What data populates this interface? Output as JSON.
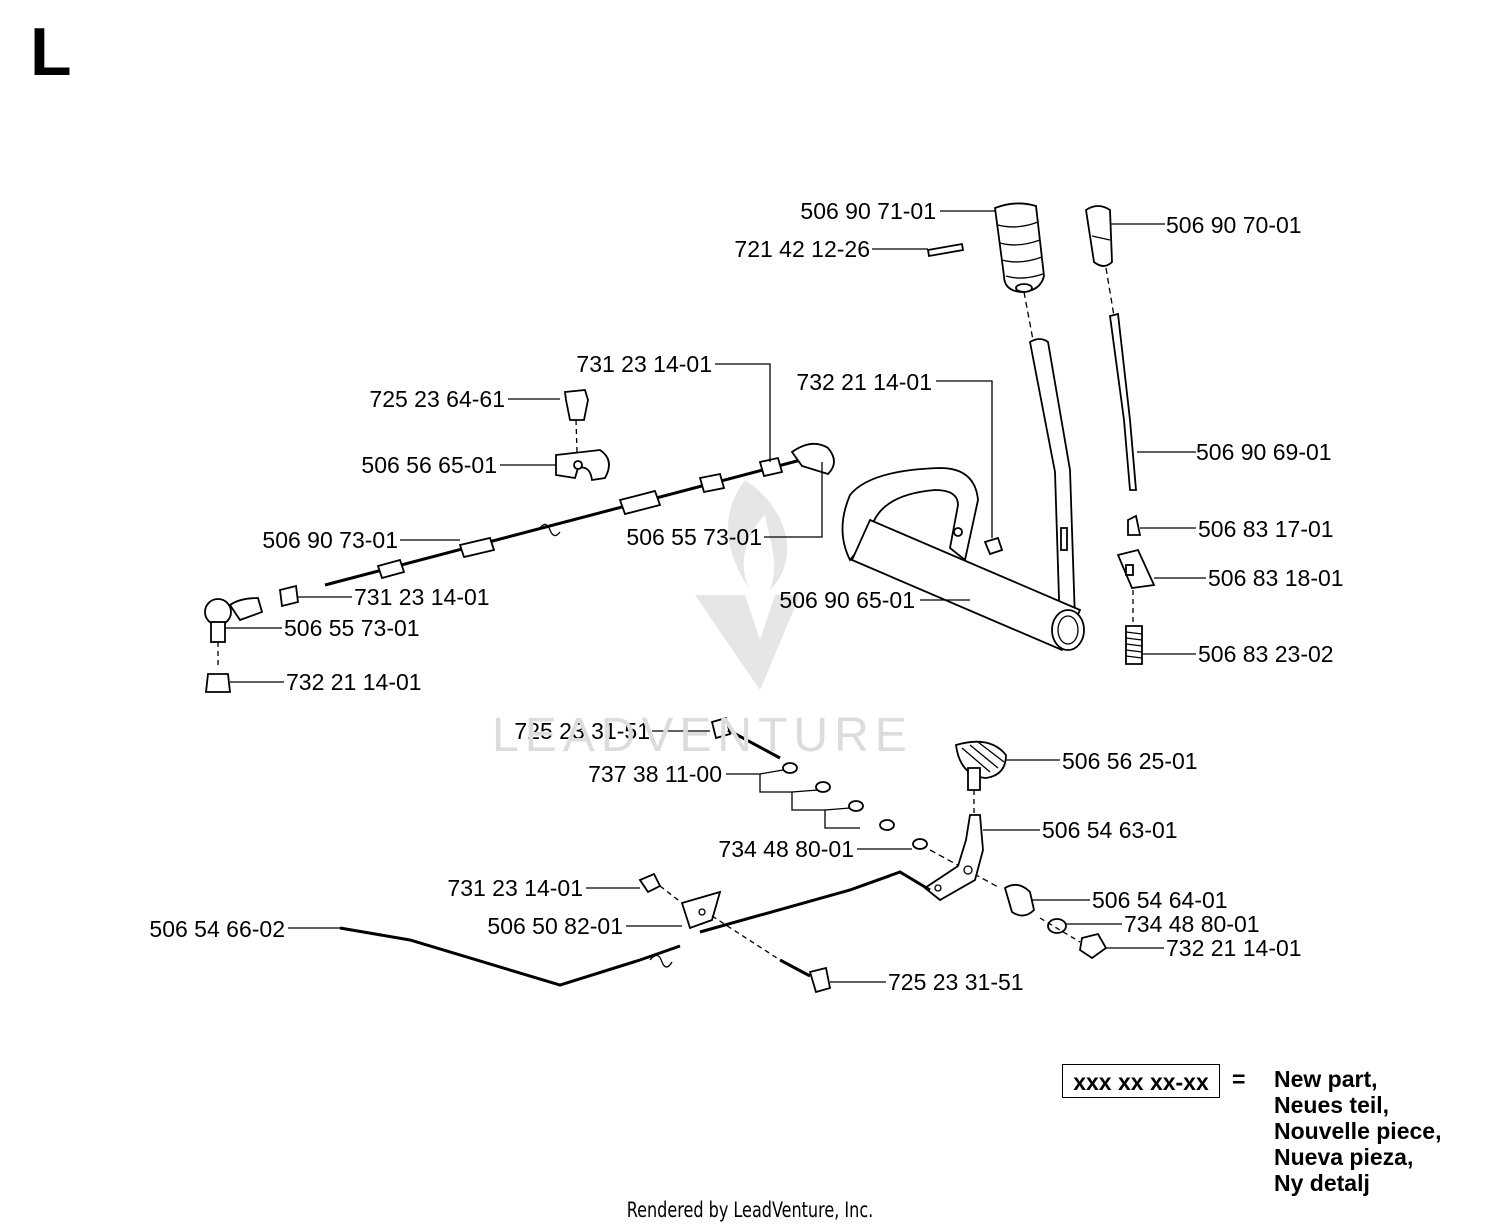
{
  "page_letter": "L",
  "watermark": "LEADVENTURE",
  "part_labels": [
    {
      "id": "lbl-1",
      "text": "506 90 71-01"
    },
    {
      "id": "lbl-2",
      "text": "721 42 12-26"
    },
    {
      "id": "lbl-3",
      "text": "506 90 70-01"
    },
    {
      "id": "lbl-4",
      "text": "731 23 14-01"
    },
    {
      "id": "lbl-5",
      "text": "725 23 64-61"
    },
    {
      "id": "lbl-6",
      "text": "732 21 14-01"
    },
    {
      "id": "lbl-7",
      "text": "506 56 65-01"
    },
    {
      "id": "lbl-8",
      "text": "506 90 69-01"
    },
    {
      "id": "lbl-9",
      "text": "506 90 73-01"
    },
    {
      "id": "lbl-10",
      "text": "506 55 73-01"
    },
    {
      "id": "lbl-11",
      "text": "506 83 17-01"
    },
    {
      "id": "lbl-12",
      "text": "506 83 18-01"
    },
    {
      "id": "lbl-13",
      "text": "731 23 14-01"
    },
    {
      "id": "lbl-14",
      "text": "506 90 65-01"
    },
    {
      "id": "lbl-15",
      "text": "506 55 73-01"
    },
    {
      "id": "lbl-16",
      "text": "506 83 23-02"
    },
    {
      "id": "lbl-17",
      "text": "732 21 14-01"
    },
    {
      "id": "lbl-18",
      "text": "725 23 31-51"
    },
    {
      "id": "lbl-19",
      "text": "506 56 25-01"
    },
    {
      "id": "lbl-20",
      "text": "737 38 11-00"
    },
    {
      "id": "lbl-21",
      "text": "506 54 63-01"
    },
    {
      "id": "lbl-22",
      "text": "734 48 80-01"
    },
    {
      "id": "lbl-23",
      "text": "731 23 14-01"
    },
    {
      "id": "lbl-24",
      "text": "506 54 64-01"
    },
    {
      "id": "lbl-25",
      "text": "734 48 80-01"
    },
    {
      "id": "lbl-26",
      "text": "506 50 82-01"
    },
    {
      "id": "lbl-27",
      "text": "732 21 14-01"
    },
    {
      "id": "lbl-28",
      "text": "506 54 66-02"
    },
    {
      "id": "lbl-29",
      "text": "725 23 31-51"
    }
  ],
  "legend": {
    "sample": "xxx xx xx-xx",
    "equals": "=",
    "meanings": [
      "New part,",
      "Neues teil,",
      "Nouvelle piece,",
      "Nueva pieza,",
      "Ny detalj"
    ]
  },
  "footer": "Rendered by LeadVenture, Inc."
}
